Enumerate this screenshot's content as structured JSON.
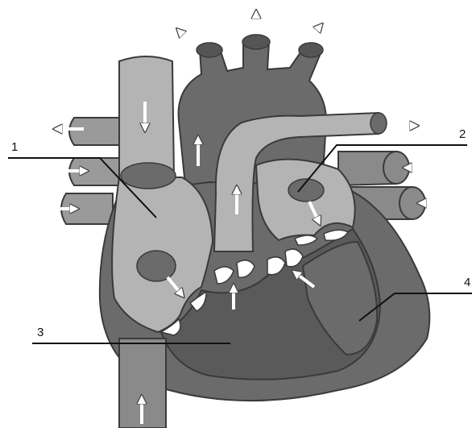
{
  "labels": {
    "one": "1",
    "two": "2",
    "three": "3",
    "four": "4"
  },
  "colors": {
    "light": "#b4b4b4",
    "mid": "#8a8a8a",
    "dark": "#6b6b6b",
    "darker": "#5a5a5a",
    "outline": "#3a3a3a",
    "valve": "#ffffff",
    "leader": "#111111"
  }
}
